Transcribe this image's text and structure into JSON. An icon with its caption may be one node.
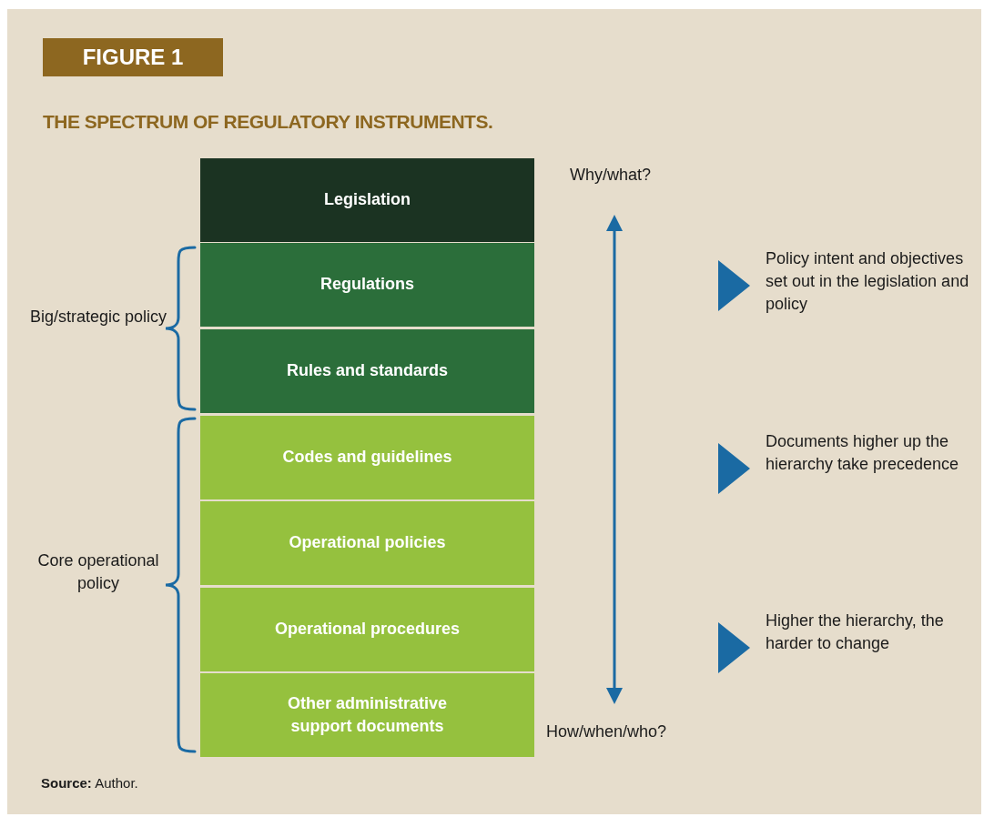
{
  "diagram": {
    "title": "THE SPECTRUM OF REGULATORY INSTRUMENTS.",
    "caption": "**Source:** Author.",
    "nodes": [
      {
        "text": [
          "Legislation"
        ]
      },
      {
        "text": [
          "Regulations"
        ]
      },
      {
        "text": [
          "Rules and standards"
        ]
      },
      {
        "text": [
          "Codes and guidelines"
        ]
      },
      {
        "text": [
          "Operational policies"
        ]
      },
      {
        "text": [
          "Operational procedures"
        ]
      },
      {
        "text": [
          "Other administrative support documents"
        ]
      }
    ],
    "labels": [
      "FIGURE 1",
      "Why/what?",
      "Policy intent and objectives set out in the legislation and policy",
      "Big/strategic policy",
      "Documents higher up the hierarchy take precedence",
      "Core operational policy",
      "Higher the hierarchy, the harder to change",
      "How/when/who?"
    ]
  }
}
